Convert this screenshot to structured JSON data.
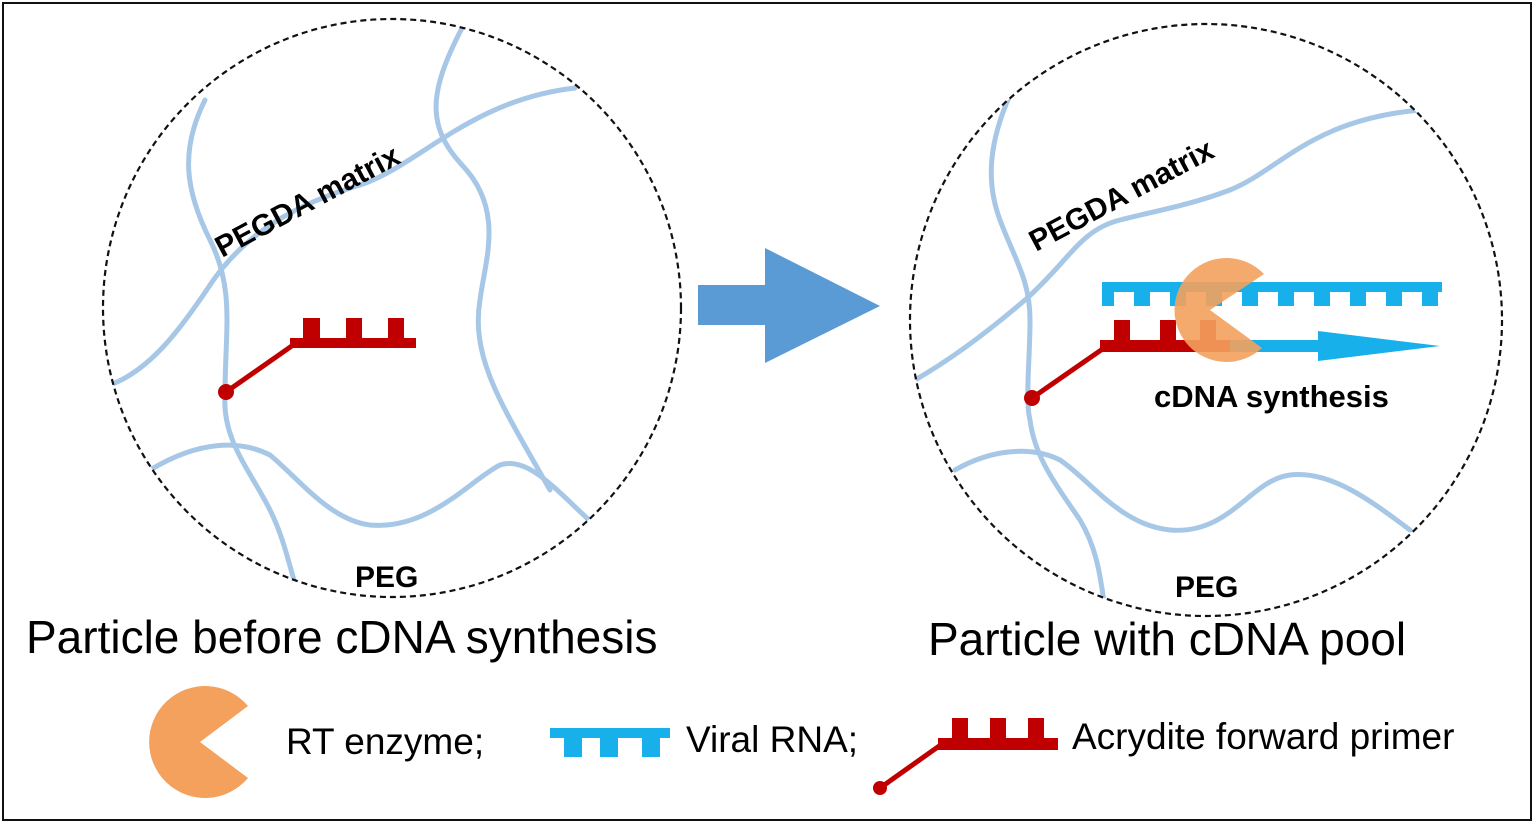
{
  "colors": {
    "peg_strand": "#a7c7e7",
    "primer": "#c00000",
    "viral_rna": "#17b0ea",
    "rt_enzyme": "#f4a15d",
    "arrow": "#5b9bd5",
    "dashed_circle": "#111111"
  },
  "panels": [
    {
      "caption": "Particle before cDNA synthesis",
      "matrix_label": "PEGDA matrix",
      "peg_label": "PEG"
    },
    {
      "caption": "Particle with cDNA pool",
      "matrix_label": "PEGDA matrix",
      "peg_label": "PEG",
      "process_label": "cDNA synthesis"
    }
  ],
  "legend": {
    "rt_enzyme": "RT enzyme;",
    "viral_rna": "Viral RNA;",
    "primer": "Acrydite forward primer"
  },
  "icons": {
    "process_arrow": "right-arrow-icon",
    "rt_enzyme": "pacman-enzyme-icon",
    "viral_rna": "comb-strand-icon",
    "primer": "tethered-primer-icon"
  }
}
